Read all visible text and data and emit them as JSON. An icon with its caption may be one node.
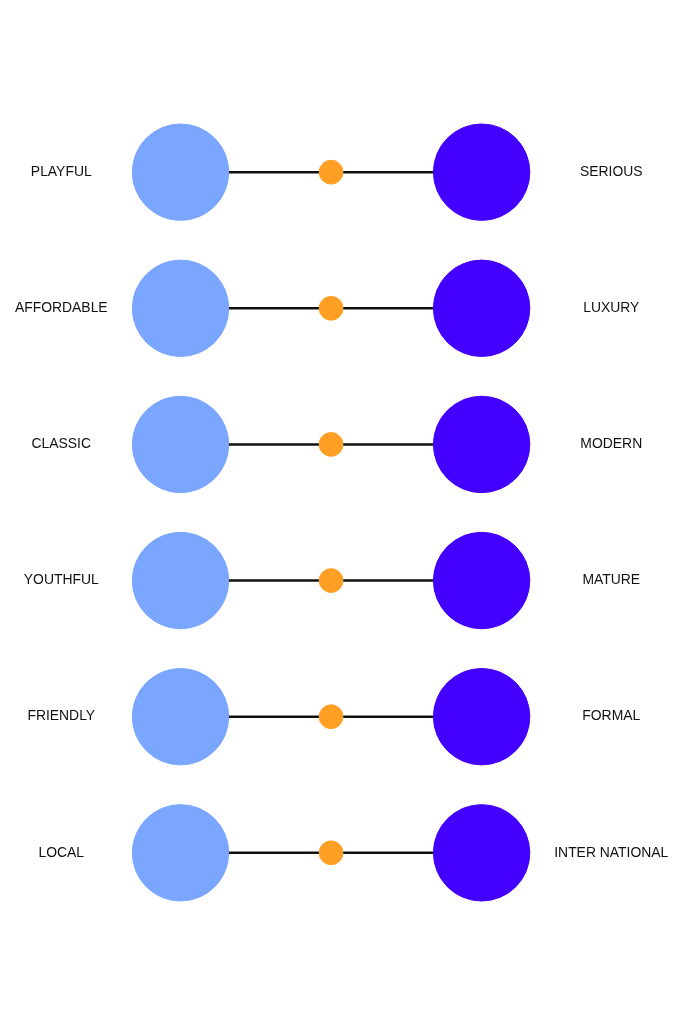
{
  "diagram": {
    "nodes": [
      {
        "text": [],
        "shape": "circle",
        "beside": [
          "PLAYFUL"
        ]
      },
      {
        "text": [],
        "shape": "circle"
      },
      {
        "text": [],
        "shape": "circle",
        "beside": [
          "SERIOUS"
        ]
      },
      {
        "text": [],
        "shape": "circle",
        "beside": [
          "AFFORDABLE"
        ]
      },
      {
        "text": [],
        "shape": "circle"
      },
      {
        "text": [],
        "shape": "circle",
        "beside": [
          "LUXURY"
        ]
      },
      {
        "text": [],
        "shape": "circle",
        "beside": [
          "CLASSIC"
        ]
      },
      {
        "text": [],
        "shape": "circle"
      },
      {
        "text": [],
        "shape": "circle",
        "beside": [
          "MODERN"
        ]
      },
      {
        "text": [],
        "shape": "circle",
        "beside": [
          "YOUTHFUL"
        ]
      },
      {
        "text": [],
        "shape": "circle"
      },
      {
        "text": [],
        "shape": "circle",
        "beside": [
          "MATURE"
        ]
      },
      {
        "text": [],
        "shape": "circle",
        "beside": [
          "FRIENDLY"
        ]
      },
      {
        "text": [],
        "shape": "circle"
      },
      {
        "text": [],
        "shape": "circle",
        "beside": [
          "FORMAL"
        ]
      },
      {
        "text": [],
        "shape": "circle",
        "beside": [
          "LOCAL"
        ]
      },
      {
        "text": [],
        "shape": "circle"
      },
      {
        "text": [],
        "shape": "circle",
        "beside": [
          "INTER NATIONAL"
        ]
      }
    ],
    "edges": [
      {
        "from": 0,
        "to": 1,
        "arrow": "none"
      },
      {
        "from": 1,
        "to": 2,
        "arrow": "none"
      },
      {
        "from": 3,
        "to": 4,
        "arrow": "none"
      },
      {
        "from": 4,
        "to": 5,
        "arrow": "none"
      },
      {
        "from": 6,
        "to": 7,
        "arrow": "none"
      },
      {
        "from": 7,
        "to": 8,
        "arrow": "none"
      },
      {
        "from": 9,
        "to": 10,
        "arrow": "none"
      },
      {
        "from": 10,
        "to": 11,
        "arrow": "none"
      },
      {
        "from": 12,
        "to": 13,
        "arrow": "none"
      },
      {
        "from": 13,
        "to": 14,
        "arrow": "none"
      },
      {
        "from": 15,
        "to": 16,
        "arrow": "none"
      },
      {
        "from": 16,
        "to": 17,
        "arrow": "none"
      }
    ]
  }
}
